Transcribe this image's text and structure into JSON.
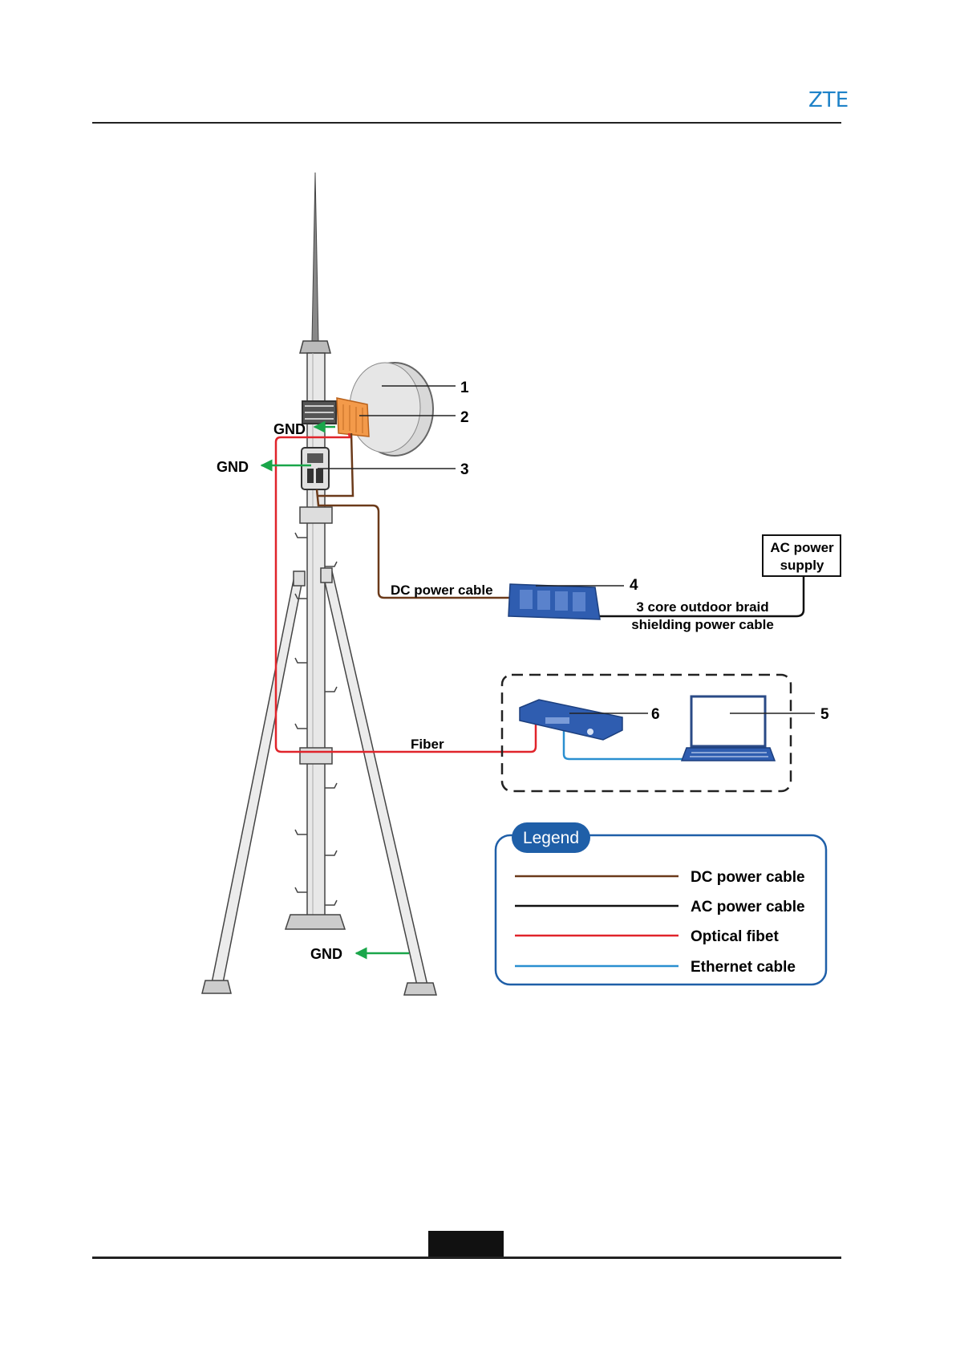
{
  "header": {
    "brand": "ZTE"
  },
  "callouts": {
    "c1": "1",
    "c2": "2",
    "c3": "3",
    "c4": "4",
    "c5": "5",
    "c6": "6"
  },
  "labels": {
    "gnd_1": "GND",
    "gnd_2": "GND",
    "gnd_3": "GND",
    "dc_cable": "DC power cable",
    "ac_supply_line1": "AC power",
    "ac_supply_line2": "supply",
    "braid_line1": "3 core outdoor braid",
    "braid_line2": "shielding power cable",
    "fiber": "Fiber"
  },
  "legend": {
    "title": "Legend",
    "items": [
      {
        "label": "DC power cable",
        "color": "#6b3a1a"
      },
      {
        "label": "AC power cable",
        "color": "#111111"
      },
      {
        "label": "Optical fibet",
        "color": "#e0242b"
      },
      {
        "label": "Ethernet cable",
        "color": "#2a8fd0"
      }
    ]
  },
  "colors": {
    "gnd_arrow": "#1aa64a",
    "legend_border": "#1f5fa8",
    "device_blue": "#2f5db0",
    "odu_orange": "#f39a4a"
  }
}
